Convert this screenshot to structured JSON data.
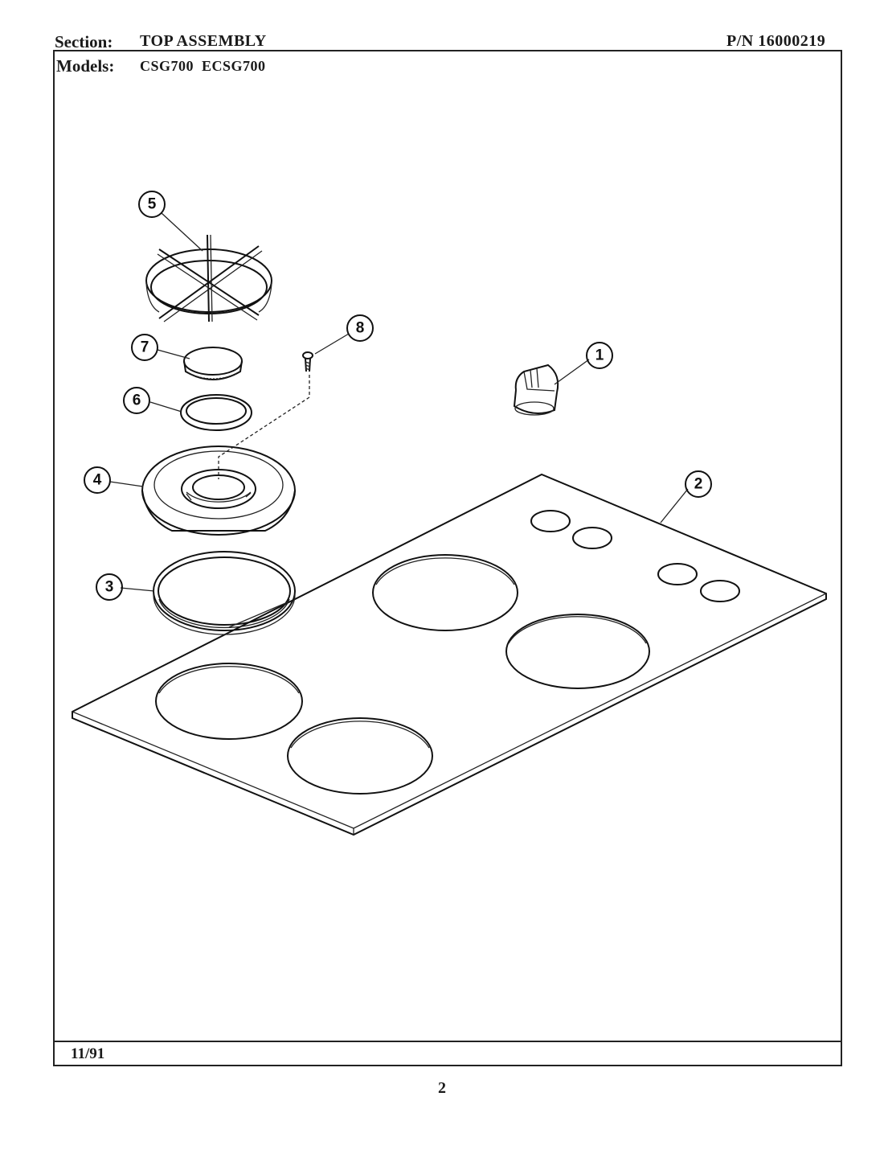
{
  "header": {
    "section_label": "Section:",
    "section_value": "TOP ASSEMBLY",
    "part_number": "P/N 16000219",
    "models_label": "Models:",
    "models_value": "CSG700  ECSG700"
  },
  "footer": {
    "date": "11/91",
    "page_number": "2"
  },
  "callouts": [
    {
      "id": "callout-1",
      "label": "1"
    },
    {
      "id": "callout-2",
      "label": "2"
    },
    {
      "id": "callout-3",
      "label": "3"
    },
    {
      "id": "callout-4",
      "label": "4"
    },
    {
      "id": "callout-5",
      "label": "5"
    },
    {
      "id": "callout-6",
      "label": "6"
    },
    {
      "id": "callout-7",
      "label": "7"
    },
    {
      "id": "callout-8",
      "label": "8"
    }
  ]
}
